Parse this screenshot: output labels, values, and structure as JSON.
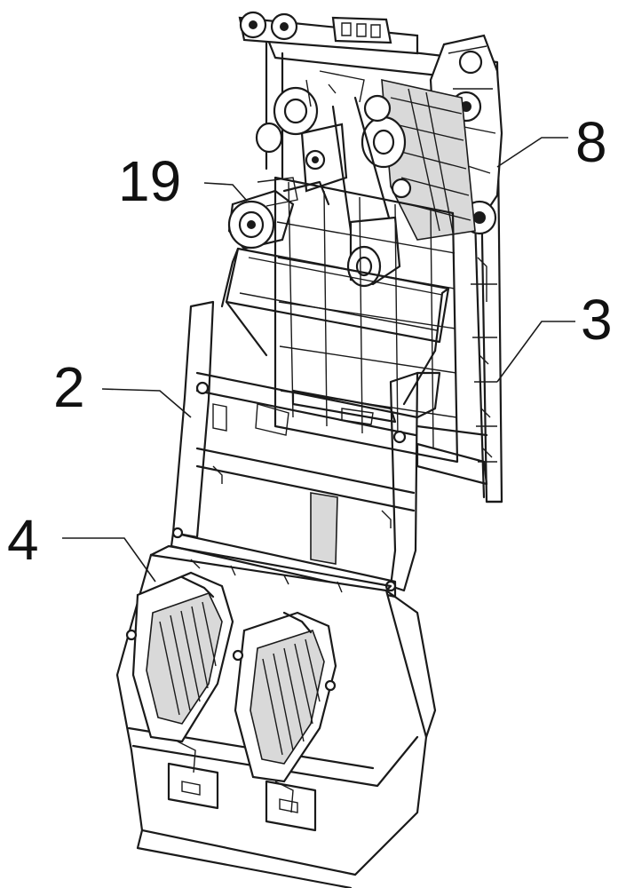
{
  "callouts": [
    {
      "id": "c19",
      "label": "19"
    },
    {
      "id": "c8",
      "label": "8"
    },
    {
      "id": "c3",
      "label": "3"
    },
    {
      "id": "c2",
      "label": "2"
    },
    {
      "id": "c4",
      "label": "4"
    }
  ],
  "colors": {
    "line": "#1a1a1a",
    "paper": "#ffffff",
    "shade": "#d9d9d9"
  }
}
